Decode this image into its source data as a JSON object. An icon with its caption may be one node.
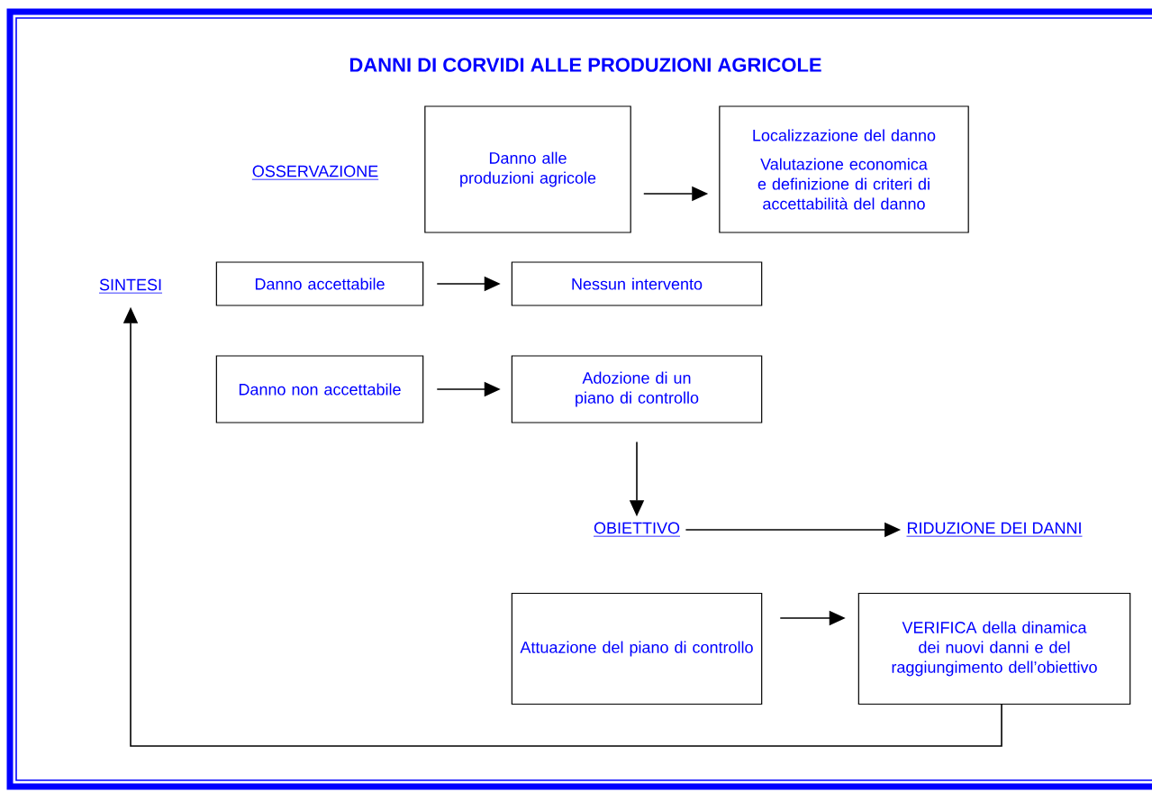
{
  "diagram": {
    "title": "DANNI DI CORVIDI ALLE PRODUZIONI AGRICOLE",
    "nodes": [
      {
        "text": [
          "Danno alle produzioni agricole"
        ]
      },
      {
        "text": [
          "Localizzazione del danno",
          "Valutazione economica e definizione di criteri di accettabilità del danno"
        ]
      },
      {
        "text": [
          "SINTESI"
        ]
      },
      {
        "text": [
          "Danno accettabile"
        ]
      },
      {
        "text": [
          "Nessun intervento"
        ]
      },
      {
        "text": [
          "Danno non accettabile"
        ]
      },
      {
        "text": [
          "Adozione di un piano di controllo"
        ]
      },
      {
        "text": [
          "OBIETTIVO"
        ]
      },
      {
        "text": [
          "RIDUZIONE DEI DANNI"
        ]
      },
      {
        "text": [
          "Attuazione del piano di controllo"
        ]
      },
      {
        "text": [
          "VERIFICA della dinamica dei nuovi danni e del raggiungimento dell’obiettivo"
        ]
      }
    ],
    "edges": [
      {
        "from": 0,
        "to": 1,
        "arrow": "to"
      },
      {
        "from": 3,
        "to": 4,
        "arrow": "to"
      },
      {
        "from": 5,
        "to": 6,
        "arrow": "to"
      },
      {
        "from": 6,
        "to": 7,
        "arrow": "to"
      },
      {
        "from": 7,
        "to": 8,
        "arrow": "to"
      },
      {
        "from": 9,
        "to": 10,
        "arrow": "to"
      },
      {
        "from": 10,
        "to": 2,
        "arrow": "to"
      }
    ],
    "labels": [
      "OSSERVAZIONE"
    ]
  }
}
